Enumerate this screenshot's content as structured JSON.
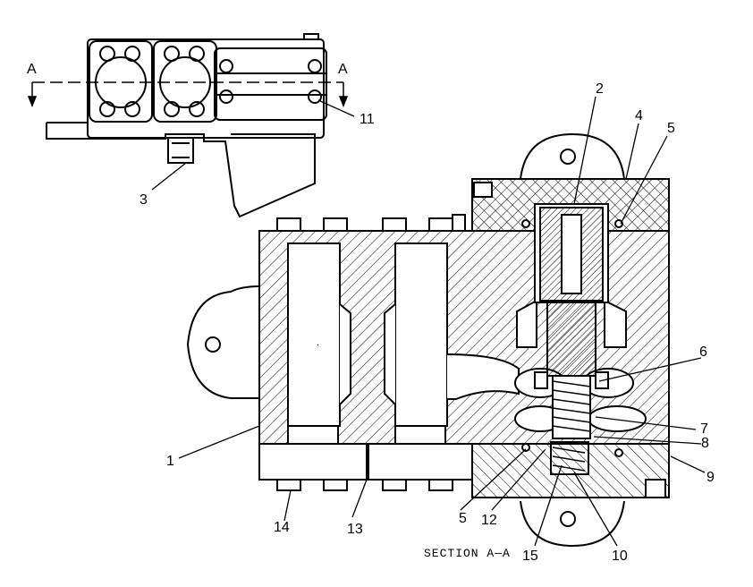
{
  "section_marker": {
    "left": "A",
    "right": "A"
  },
  "caption": "SECTION A—A",
  "callouts": {
    "c1": "1",
    "c2": "2",
    "c3": "3",
    "c4": "4",
    "c5a": "5",
    "c5b": "5",
    "c6": "6",
    "c7": "7",
    "c8": "8",
    "c9": "9",
    "c10": "10",
    "c11": "11",
    "c12": "12",
    "c13": "13",
    "c14": "14",
    "c15": "15"
  },
  "colors": {
    "line": "#000000",
    "background": "#ffffff"
  }
}
